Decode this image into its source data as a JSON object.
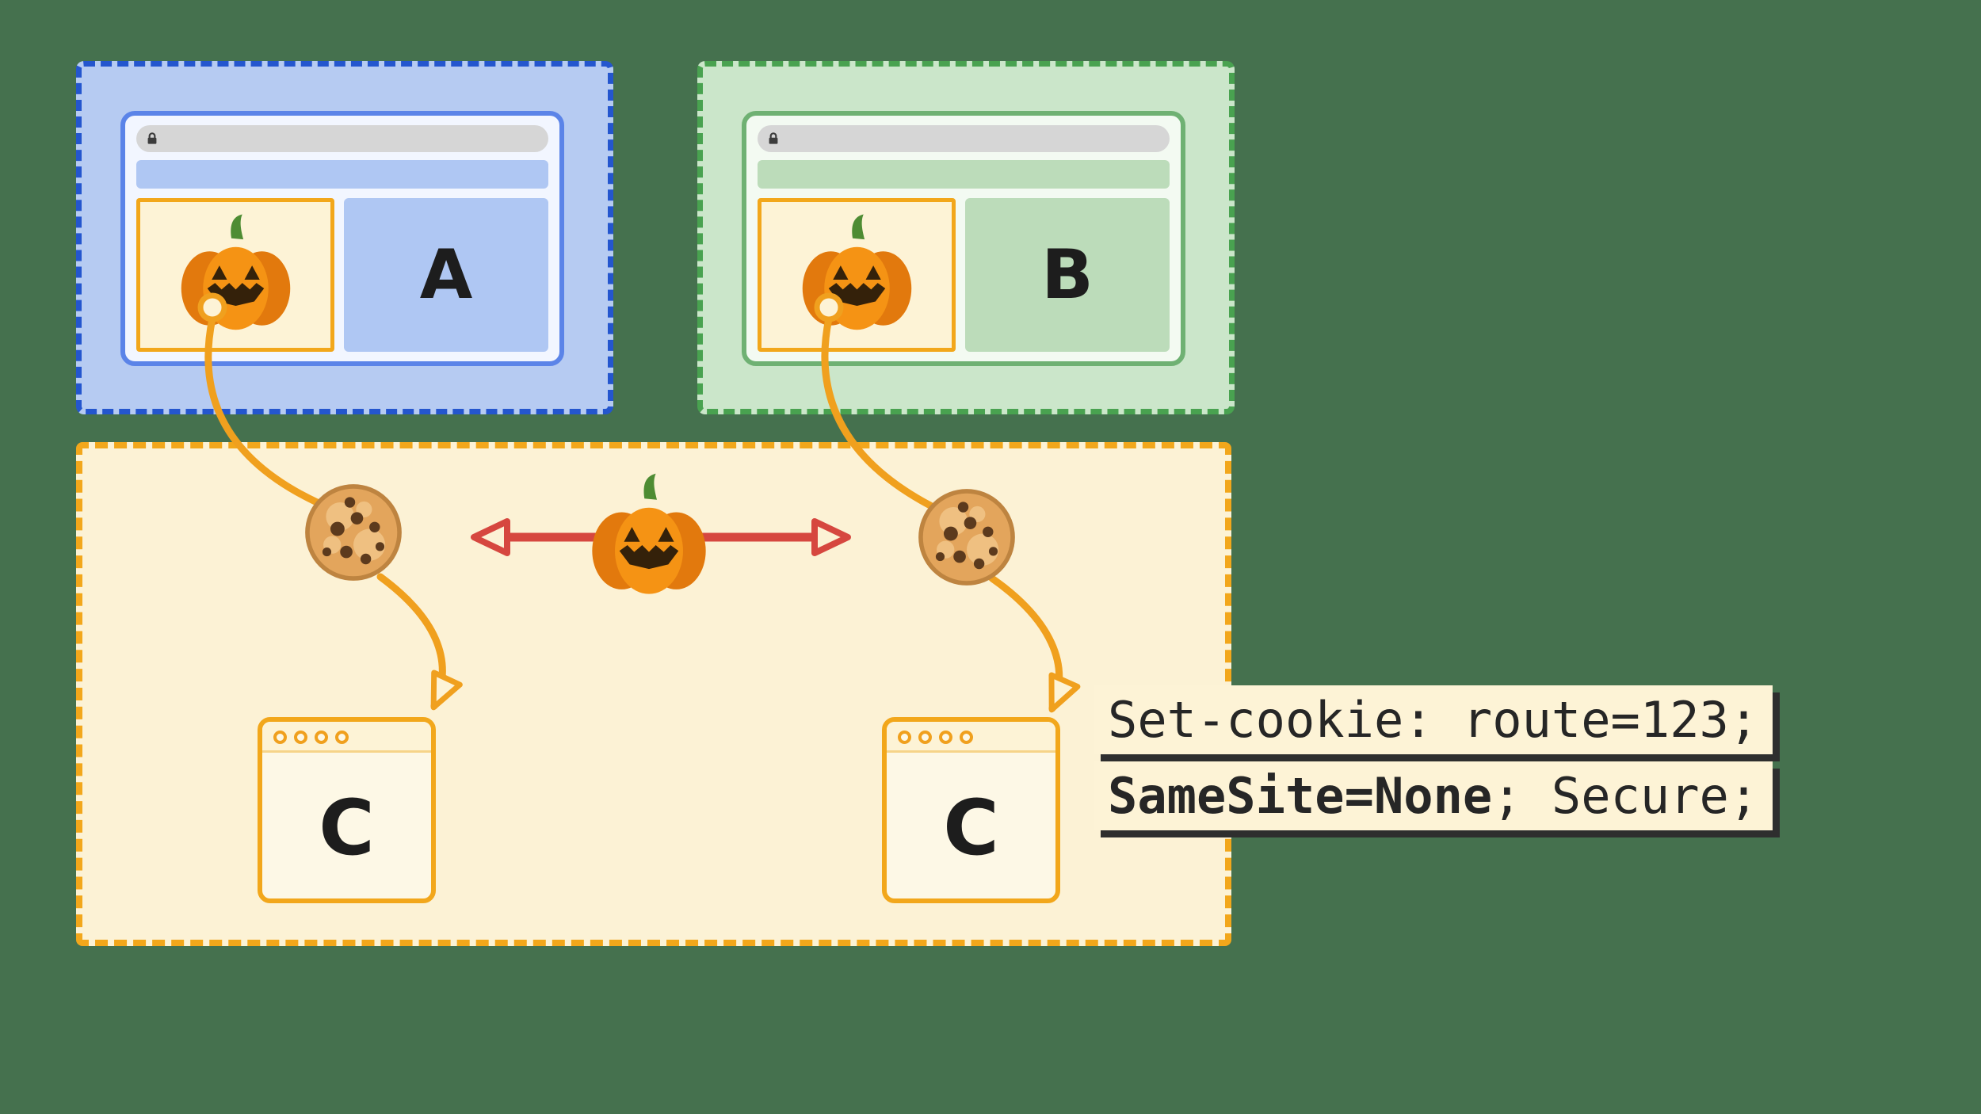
{
  "colors": {
    "background": "#45714E",
    "site_a_border": "#2456CE",
    "site_a_fill": "#B6CBF2",
    "site_b_border": "#49A250",
    "site_b_fill": "#CBE6CA",
    "third_party_border": "#F2A71B",
    "third_party_fill": "#FCF2D5",
    "flow_arrow_orange": "#F0A01E",
    "sync_arrow_red": "#D6473F",
    "code_bg": "#FDF3D6"
  },
  "site_a": {
    "label": "A"
  },
  "site_b": {
    "label": "B"
  },
  "third_party": {
    "storage_left": {
      "label": "C"
    },
    "storage_right": {
      "label": "C"
    }
  },
  "code_label": {
    "line1": "Set-cookie: route=123;",
    "line2_bold": "SameSite=None",
    "line2_rest": "; Secure;"
  },
  "icons": {
    "lock": "lock-icon",
    "pumpkin": "pumpkin-icon",
    "cookie": "cookie-icon",
    "red_double_arrow": "double-headed-arrow-icon",
    "flow_arrowhead": "arrowhead-icon"
  }
}
